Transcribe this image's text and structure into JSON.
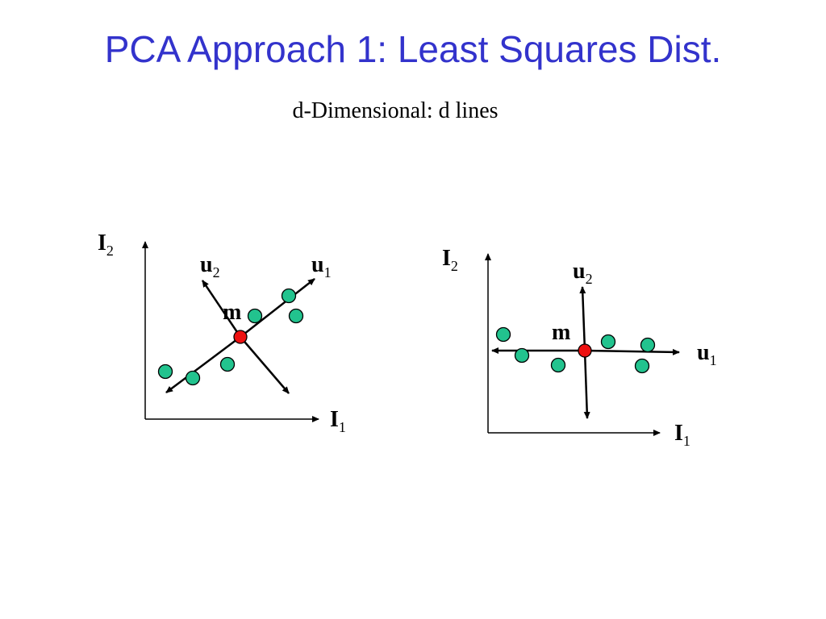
{
  "slide": {
    "title": "PCA Approach 1: Least Squares Dist.",
    "subtitle": "d-Dimensional: d lines"
  },
  "colors": {
    "title": "#3333cc",
    "data_point": "#22c38e",
    "mean_point": "#ee1111",
    "ink": "#000000"
  },
  "diagrams": [
    {
      "id": "left",
      "axis_labels": {
        "y_main": "I",
        "y_sub": "2",
        "x_main": "I",
        "x_sub": "1"
      },
      "vector_labels": [
        {
          "main": "u",
          "sub": "1"
        },
        {
          "main": "u",
          "sub": "2"
        }
      ],
      "mean_label": "m"
    },
    {
      "id": "right",
      "axis_labels": {
        "y_main": "I",
        "y_sub": "2",
        "x_main": "I",
        "x_sub": "1"
      },
      "vector_labels": [
        {
          "main": "u",
          "sub": "1"
        },
        {
          "main": "u",
          "sub": "2"
        }
      ],
      "mean_label": "m"
    }
  ]
}
